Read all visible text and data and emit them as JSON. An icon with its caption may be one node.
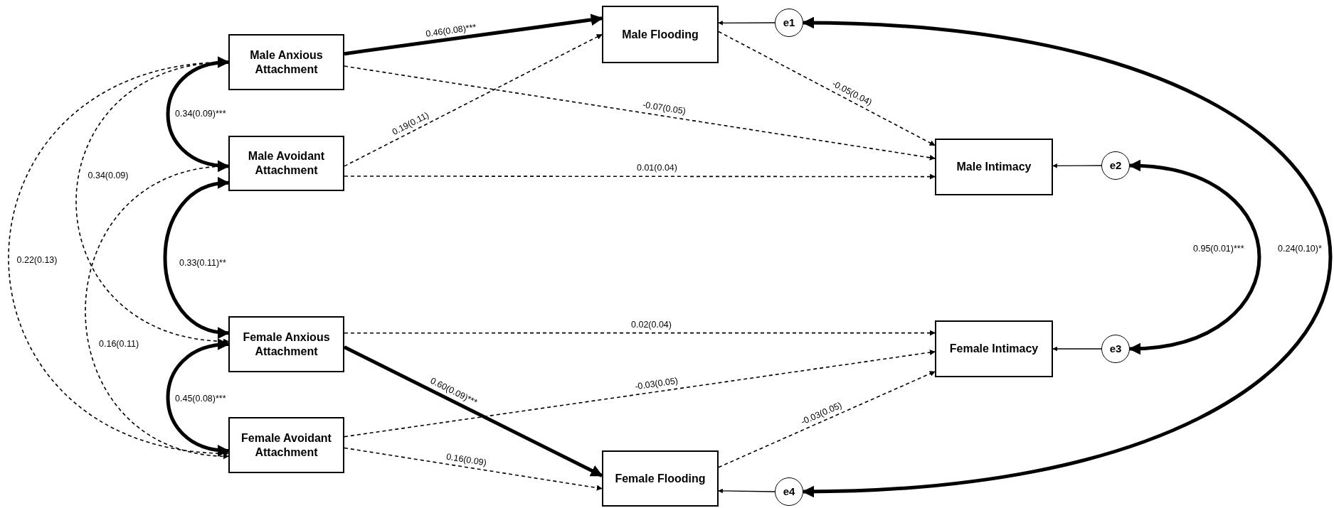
{
  "diagram": {
    "nodes": [
      {
        "text": [
          "Male Anxious Attachment"
        ]
      },
      {
        "text": [
          "Male Avoidant Attachment"
        ]
      },
      {
        "text": [
          "Female Anxious Attachment"
        ]
      },
      {
        "text": [
          "Female Avoidant Attachment"
        ]
      },
      {
        "text": [
          "Male Flooding"
        ]
      },
      {
        "text": [
          "e1"
        ]
      },
      {
        "text": [
          "Male Intimacy"
        ]
      },
      {
        "text": [
          "e2"
        ]
      },
      {
        "text": [
          "Female Intimacy"
        ]
      },
      {
        "text": [
          "e3"
        ]
      },
      {
        "text": [
          "Female Flooding"
        ]
      },
      {
        "text": [
          "e4"
        ]
      }
    ],
    "edges": [
      {
        "from": 0,
        "to": 1,
        "arrow": "both",
        "label": "0.34(0.09)***",
        "style": "thick"
      },
      {
        "from": 1,
        "to": 2,
        "arrow": "both",
        "label": "0.33(0.11)**",
        "style": "thick"
      },
      {
        "from": 2,
        "to": 3,
        "arrow": "both",
        "label": "0.45(0.08)***",
        "style": "thick"
      },
      {
        "from": 0,
        "to": 2,
        "arrow": "both",
        "label": "0.34(0.09)",
        "style": "dashed"
      },
      {
        "from": 0,
        "to": 3,
        "arrow": "both",
        "label": "0.22(0.13)",
        "style": "dashed"
      },
      {
        "from": 1,
        "to": 3,
        "arrow": "both",
        "label": "0.16(0.11)",
        "style": "dashed"
      },
      {
        "from": 0,
        "to": 4,
        "arrow": "to",
        "label": "0.46(0.08)***",
        "style": "thick"
      },
      {
        "from": 0,
        "to": 6,
        "arrow": "to",
        "label": "-0.07(0.05)",
        "style": "dashed"
      },
      {
        "from": 1,
        "to": 4,
        "arrow": "to",
        "label": "0.19(0.11)",
        "style": "dashed"
      },
      {
        "from": 1,
        "to": 6,
        "arrow": "to",
        "label": "0.01(0.04)",
        "style": "dashed"
      },
      {
        "from": 4,
        "to": 6,
        "arrow": "to",
        "label": "-0.05(0.04)",
        "style": "dashed"
      },
      {
        "from": 2,
        "to": 8,
        "arrow": "to",
        "label": "0.02(0.04)",
        "style": "dashed"
      },
      {
        "from": 2,
        "to": 10,
        "arrow": "to",
        "label": "0.60(0.09)***",
        "style": "thick"
      },
      {
        "from": 3,
        "to": 8,
        "arrow": "to",
        "label": "-0.03(0.05)",
        "style": "dashed"
      },
      {
        "from": 3,
        "to": 10,
        "arrow": "to",
        "label": "0.16(0.09)",
        "style": "dashed"
      },
      {
        "from": 10,
        "to": 8,
        "arrow": "to",
        "label": "-0.03(0.05)",
        "style": "dashed"
      },
      {
        "from": 5,
        "to": 4,
        "arrow": "to"
      },
      {
        "from": 7,
        "to": 6,
        "arrow": "to"
      },
      {
        "from": 9,
        "to": 8,
        "arrow": "to"
      },
      {
        "from": 11,
        "to": 10,
        "arrow": "to"
      },
      {
        "from": 7,
        "to": 9,
        "arrow": "both",
        "label": "0.95(0.01)***",
        "style": "thick"
      },
      {
        "from": 5,
        "to": 11,
        "arrow": "both",
        "label": "0.24(0.10)*",
        "style": "thick"
      }
    ]
  }
}
